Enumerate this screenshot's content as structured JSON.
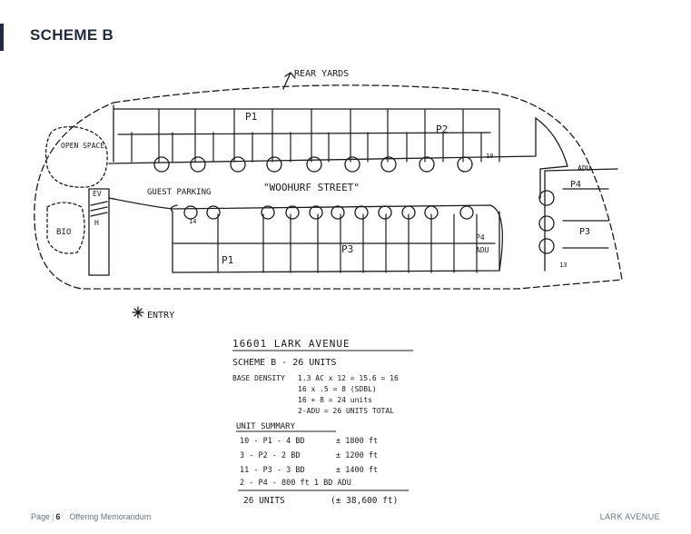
{
  "header": {
    "title": "SCHEME B"
  },
  "sketch": {
    "labels": {
      "rear_yards": "REAR YARDS",
      "open_space": "OPEN SPACE",
      "guest_parking": "GUEST PARKING",
      "street": "\"WOOHURF STREET\"",
      "entry": "ENTRY",
      "bio": "BIO",
      "ev": "EV",
      "h": "H",
      "p1_top": "P1",
      "p2": "P2",
      "p1_bottom": "P1",
      "p3_middle": "P3",
      "p4_middle": "P4",
      "adu_middle": "ADU",
      "adu_right": "ADU",
      "p4_right": "P4",
      "p3_right": "P3",
      "num_14": "14",
      "num_10": "10",
      "num_13": "13"
    }
  },
  "notes": {
    "address": "16601 LARK AVENUE",
    "scheme": "SCHEME B - 26 UNITS",
    "density_label": "BASE DENSITY",
    "density_lines": [
      "1.3 AC x 12 = 15.6 = 16",
      "16 x .5 = 8 (SDBL)",
      "16 + 8 = 24 units",
      "2-ADU = 26 UNITS TOTAL"
    ],
    "summary_title": "UNIT SUMMARY",
    "summary_rows": [
      {
        "mix": "10 - P1 - 4 BD",
        "price": "± 1800 ft"
      },
      {
        "mix": "3 - P2 - 2 BD",
        "price": "± 1200 ft"
      },
      {
        "mix": "11 - P3 - 3 BD",
        "price": "± 1400 ft"
      },
      {
        "mix": "2 - P4 - 800 ft 1 BD ADU",
        "price": ""
      }
    ],
    "total_units": "26 UNITS",
    "total_area": "(± 38,600 ft)"
  },
  "footer": {
    "page_label": "Page",
    "page_number": "6",
    "doc_title": "Offering Memorandum",
    "property": "LARK AVENUE"
  }
}
